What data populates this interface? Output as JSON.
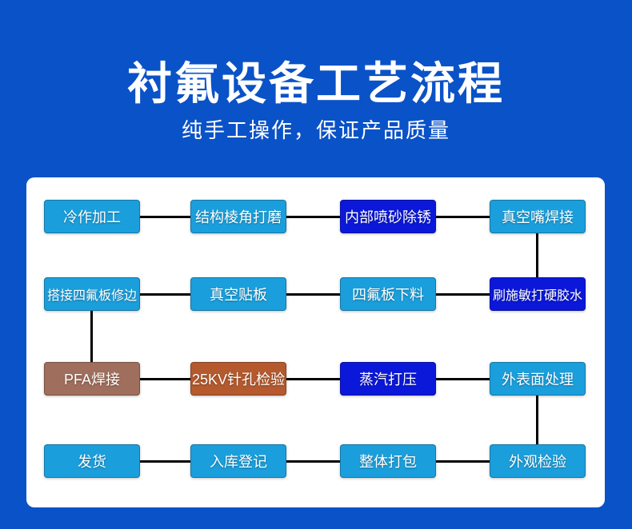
{
  "header": {
    "title": "衬氟设备工艺流程",
    "subtitle": "纯手工操作，保证产品质量"
  },
  "theme": {
    "background_color": "#0a52c7",
    "panel_color": "#ffffff",
    "node_text_color": "#ffffff",
    "connector_color": "#000000",
    "node_light_blue": "#1b9fdc",
    "node_bright_blue": "#0b18da",
    "node_brown": "#a06e5c",
    "node_rust": "#b45a2e"
  },
  "flowchart": {
    "rows": [
      {
        "nodes": [
          {
            "label": "冷作加工",
            "bg": "#1b9fdc"
          },
          {
            "label": "结构棱角打磨",
            "bg": "#1b9fdc"
          },
          {
            "label": "内部喷砂除锈",
            "bg": "#0b18da"
          },
          {
            "label": "真空嘴焊接",
            "bg": "#1b9fdc"
          }
        ]
      },
      {
        "nodes": [
          {
            "label": "搭接四氟板修边",
            "bg": "#1b9fdc"
          },
          {
            "label": "真空贴板",
            "bg": "#1b9fdc"
          },
          {
            "label": "四氟板下料",
            "bg": "#1b9fdc"
          },
          {
            "label": "刷施敏打硬胶水",
            "bg": "#0b18da"
          }
        ]
      },
      {
        "nodes": [
          {
            "label": "PFA焊接",
            "bg": "#a06e5c"
          },
          {
            "label": "25KV针孔检验",
            "bg": "#b45a2e"
          },
          {
            "label": "蒸汽打压",
            "bg": "#0b18da"
          },
          {
            "label": "外表面处理",
            "bg": "#1b9fdc"
          }
        ]
      },
      {
        "nodes": [
          {
            "label": "发货",
            "bg": "#1b9fdc"
          },
          {
            "label": "入库登记",
            "bg": "#1b9fdc"
          },
          {
            "label": "整体打包",
            "bg": "#1b9fdc"
          },
          {
            "label": "外观检验",
            "bg": "#1b9fdc"
          }
        ]
      }
    ]
  }
}
